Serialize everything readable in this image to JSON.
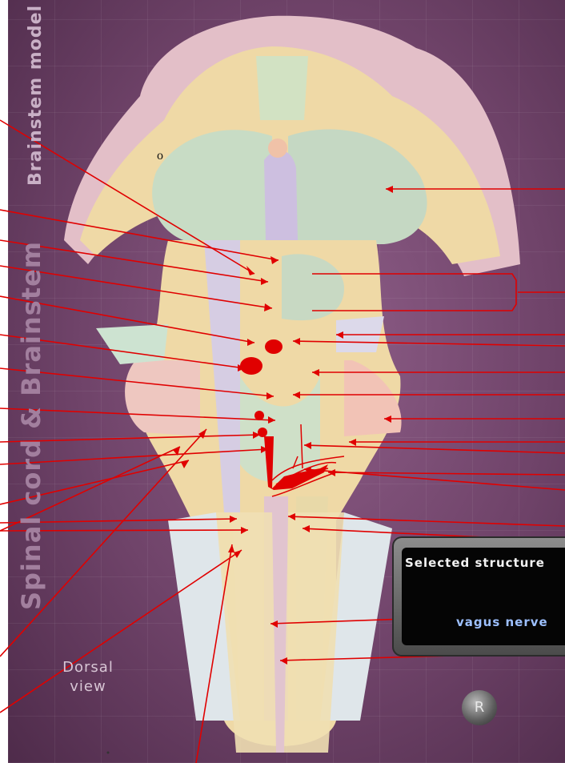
{
  "app": {
    "side_title_small": "Brainstem model",
    "side_title_large": "Spinal cord & Brainstem",
    "view_label_line1": "Dorsal",
    "view_label_line2": "view",
    "selected_label": "Selected structure",
    "selected_value": "vagus nerve",
    "reset_button": "R",
    "fragment_text": "o"
  },
  "colors": {
    "background": "#6f4369",
    "annotation": "#e00000",
    "panel_value": "#9dc0ff"
  }
}
